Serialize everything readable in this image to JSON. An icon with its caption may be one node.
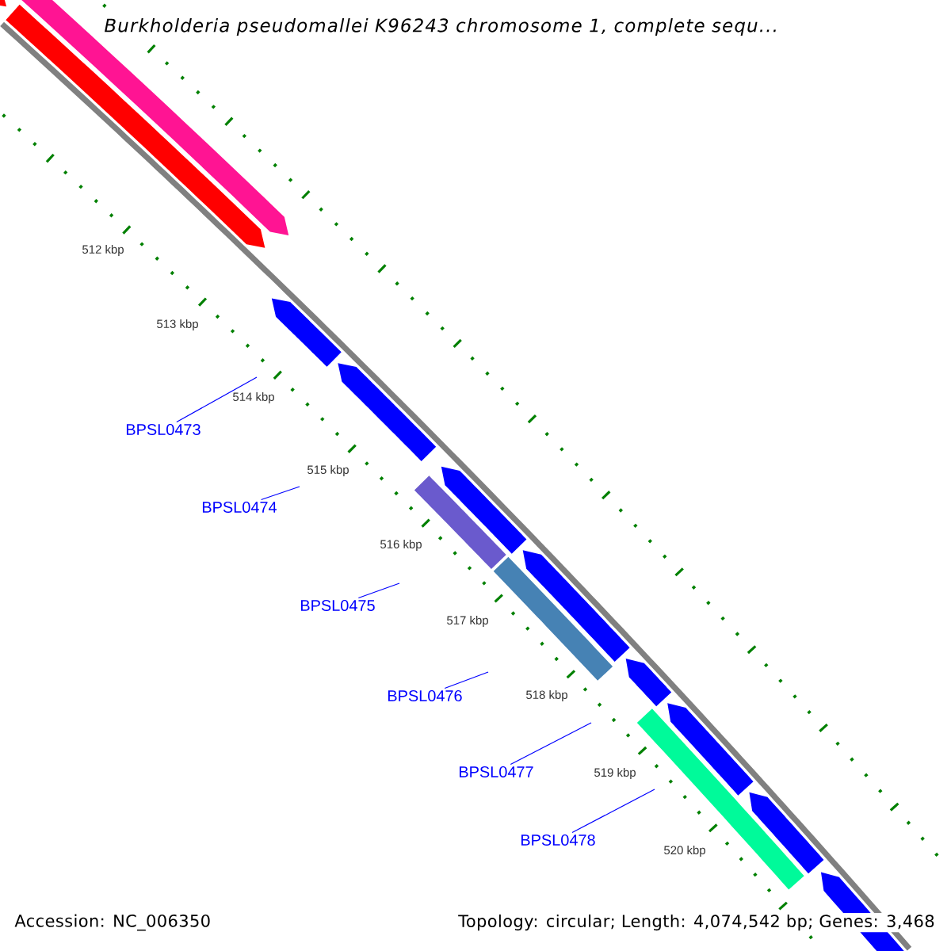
{
  "diagram": {
    "title": "Burkholderia pseudomallei K96243 chromosome 1, complete sequ...",
    "nodes": [
      {
        "text": [
          "BPSL0473"
        ]
      },
      {
        "text": [
          "BPSL0474"
        ]
      },
      {
        "text": [
          "BPSL0475"
        ]
      },
      {
        "text": [
          "BPSL0476"
        ]
      },
      {
        "text": [
          "BPSL0477"
        ]
      },
      {
        "text": [
          "BPSL0478"
        ]
      }
    ],
    "edges": [
      {
        "from": 0,
        "to": null,
        "arrow": "none"
      },
      {
        "from": 1,
        "to": null,
        "arrow": "none"
      },
      {
        "from": 2,
        "to": null,
        "arrow": "none"
      },
      {
        "from": 3,
        "to": null,
        "arrow": "none"
      },
      {
        "from": 4,
        "to": null,
        "arrow": "none"
      },
      {
        "from": 5,
        "to": null,
        "arrow": "none"
      }
    ],
    "labels": [
      "512 kbp",
      "513 kbp",
      "514 kbp",
      "515 kbp",
      "516 kbp",
      "517 kbp",
      "518 kbp",
      "519 kbp",
      "520 kbp",
      "Accession: NC_006350",
      "Topology: circular; Length: 4,074,542 bp; Genes: 3,468"
    ]
  }
}
